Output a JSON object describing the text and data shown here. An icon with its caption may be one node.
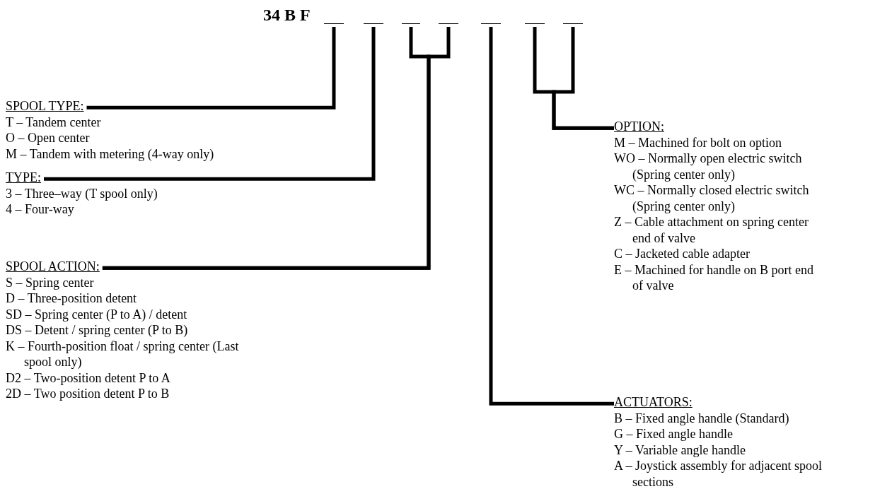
{
  "diagram": {
    "nodes": [
      {
        "text": [],
        "shape": "bar"
      },
      {
        "text": [],
        "shape": "bar"
      },
      {
        "text": [],
        "shape": "bar"
      },
      {
        "text": [],
        "shape": "bar"
      },
      {
        "text": [],
        "shape": "bar"
      },
      {
        "text": [],
        "shape": "bar"
      },
      {
        "text": [],
        "shape": "bar"
      },
      {
        "text": [
          "SPOOL TYPE:",
          "T – Tandem center",
          "O – Open center",
          "M – Tandem with metering (4-way only)"
        ]
      },
      {
        "text": [
          "TYPE:",
          "3 – Three–way (T spool only)",
          "4 – Four-way"
        ]
      },
      {
        "text": [
          "SPOOL ACTION:",
          "S – Spring center",
          "D – Three-position detent",
          "SD – Spring center (P to A) / detent",
          "DS – Detent / spring center (P to B)",
          "K – Fourth-position float / spring center (Last spool only)",
          "D2 – Two-position detent P to A",
          "2D – Two position detent P to B"
        ]
      },
      {
        "text": [
          "OPTION:",
          "M – Machined for bolt on option",
          "WO – Normally open electric switch (Spring center only)",
          "WC – Normally closed electric switch (Spring center only)",
          "Z – Cable attachment on spring center end of valve",
          "C – Jacketed cable adapter",
          "E – Machined for handle on B port end of valve"
        ]
      },
      {
        "text": [
          "ACTUATORS:",
          "B – Fixed angle handle (Standard)",
          "G – Fixed angle handle",
          "Y – Variable angle handle",
          "A – Joystick assembly for adjacent spool sections"
        ]
      }
    ],
    "edges": [
      {
        "from": 7,
        "to": 0,
        "arrow": "none"
      },
      {
        "from": 8,
        "to": 1,
        "arrow": "none"
      },
      {
        "from": 9,
        "to": 2,
        "arrow": "none"
      },
      {
        "from": 9,
        "to": 3,
        "arrow": "none"
      },
      {
        "from": 11,
        "to": 4,
        "arrow": "none"
      },
      {
        "from": 10,
        "to": 5,
        "arrow": "none"
      },
      {
        "from": 10,
        "to": 6,
        "arrow": "none"
      }
    ],
    "labels": [
      "34 B F"
    ]
  }
}
